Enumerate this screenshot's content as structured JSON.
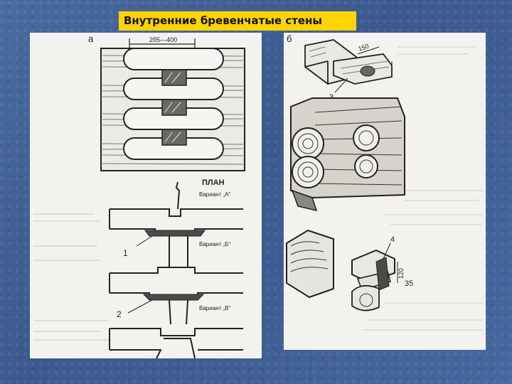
{
  "slide": {
    "title": "Внутренние бревенчатые стены"
  },
  "figure_a": {
    "label": "а",
    "dimension": "2б5—400",
    "plan_label": "ПЛАН",
    "variants": [
      "Вариант „А“",
      "Вариант „Б“",
      "Вариант „В“"
    ],
    "callouts": [
      "1",
      "2"
    ]
  },
  "figure_b": {
    "label": "б",
    "dimensions": [
      "150",
      "120",
      "35"
    ],
    "callouts": [
      "3",
      "4"
    ]
  }
}
